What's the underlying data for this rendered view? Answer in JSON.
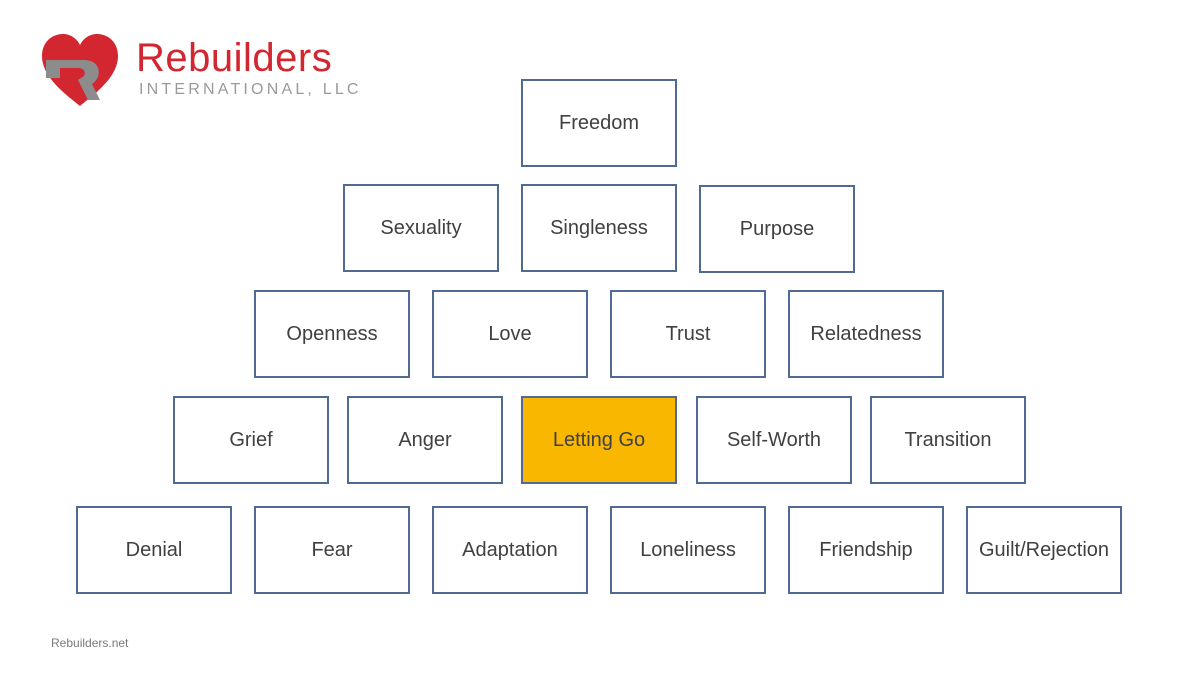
{
  "logo": {
    "name": "Rebuilders",
    "subtitle": "INTERNATIONAL, LLC",
    "heart_color": "#d22630",
    "letter_color": "#8c8c8c"
  },
  "diagram": {
    "highlight_color": "#f9b700",
    "border_color": "#4f6a93",
    "rows": [
      [
        "Freedom"
      ],
      [
        "Sexuality",
        "Singleness",
        "Purpose"
      ],
      [
        "Openness",
        "Love",
        "Trust",
        "Relatedness"
      ],
      [
        "Grief",
        "Anger",
        "Letting Go",
        "Self-Worth",
        "Transition"
      ],
      [
        "Denial",
        "Fear",
        "Adaptation",
        "Loneliness",
        "Friendship",
        "Guilt/Rejection"
      ]
    ],
    "highlighted": "Letting Go"
  },
  "footer": {
    "text": "Rebuilders.net"
  }
}
